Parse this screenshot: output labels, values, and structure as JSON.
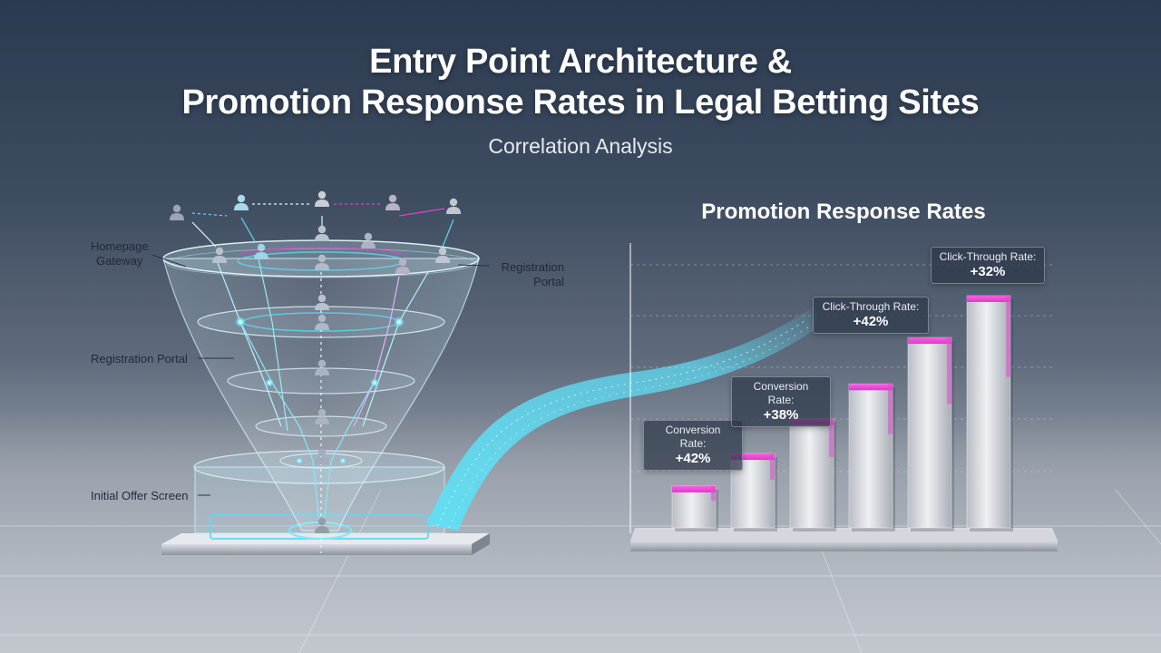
{
  "header": {
    "title_line1": "Entry Point Architecture &",
    "title_line2": "Promotion Response Rates in Legal Betting Sites",
    "subtitle": "Correlation Analysis"
  },
  "funnel": {
    "labels": {
      "homepage_line1": "Homepage",
      "homepage_line2": "Gateway",
      "registration_right_line1": "Registration",
      "registration_right_line2": "Portal",
      "registration_left": "Registration Portal",
      "initial_offer": "Initial Offer Screen"
    },
    "user_icon": "user-icon",
    "colors": {
      "cyan": "#5fd8f0",
      "magenta": "#e040c8",
      "glass": "#bfe8f4"
    }
  },
  "chart_data": {
    "type": "bar",
    "title": "Promotion Response Rates",
    "bar_count": 6,
    "relative_heights": [
      0.18,
      0.32,
      0.47,
      0.62,
      0.82,
      1.0
    ],
    "annotations": [
      {
        "label": "Conversion Rate:",
        "value": "+42%",
        "bar_index": 0
      },
      {
        "label": "Conversion Rate:",
        "value": "+38%",
        "bar_index": 1
      },
      {
        "label": "Click-Through Rate:",
        "value": "+42%",
        "bar_index": 3
      },
      {
        "label": "Click-Through Rate:",
        "value": "+32%",
        "bar_index": 5
      }
    ],
    "colors": {
      "bar_top": "#e93fd2",
      "bar_body": "#d6d9de",
      "flow": "#5fd8f0"
    },
    "grid": true
  }
}
